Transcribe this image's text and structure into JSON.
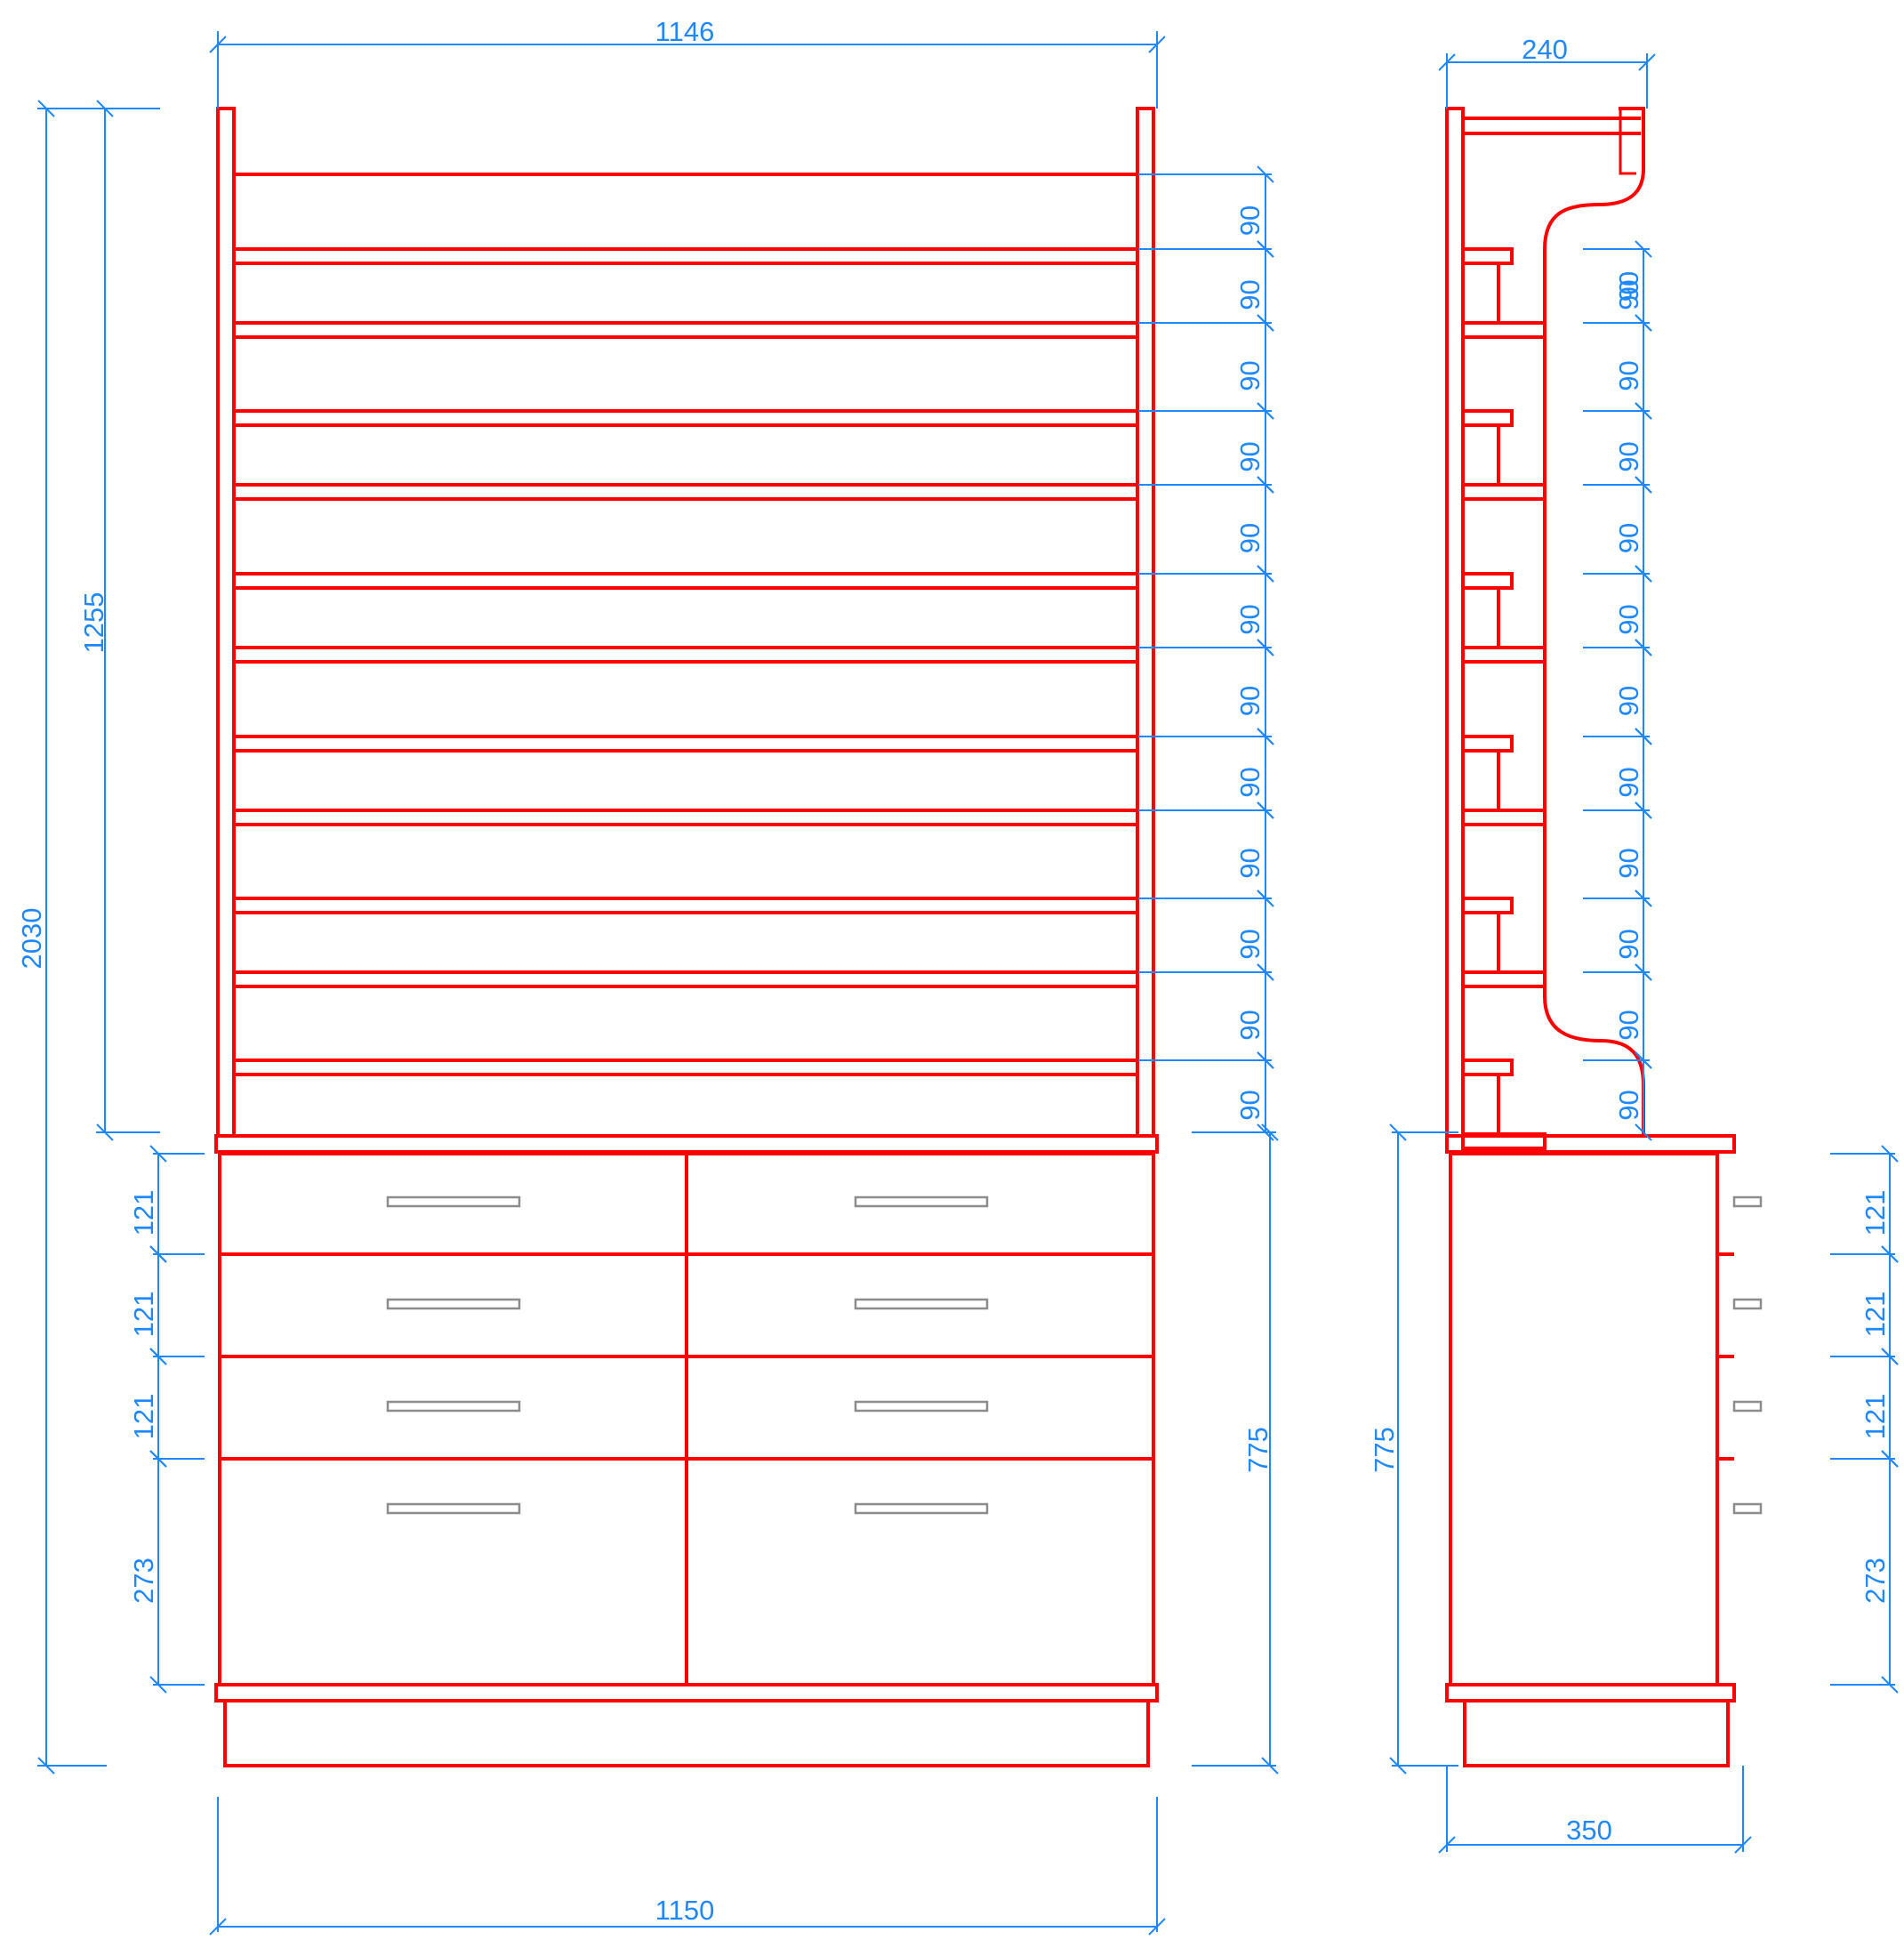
{
  "front_view": {
    "top_width": "1146",
    "bottom_width": "1150",
    "total_height": "2030",
    "upper_height": "1255",
    "lower_height": "775",
    "shelf_spacings": [
      "90",
      "90",
      "90",
      "90",
      "90",
      "90",
      "90",
      "90",
      "90",
      "90",
      "90",
      "90"
    ],
    "drawer_heights": [
      "121",
      "121",
      "121",
      "273"
    ]
  },
  "side_view": {
    "top_depth": "240",
    "bottom_depth": "350",
    "lower_height": "775",
    "shelf_spacings": [
      "90",
      "90",
      "90",
      "90",
      "90",
      "90",
      "90",
      "90",
      "90",
      "90",
      "90",
      "90"
    ],
    "drawer_heights": [
      "121",
      "121",
      "121",
      "273"
    ]
  },
  "colors": {
    "cabinet_lines": "#ff0000",
    "dimension_lines": "#1e88ff",
    "handles": "#8c8c8c"
  }
}
